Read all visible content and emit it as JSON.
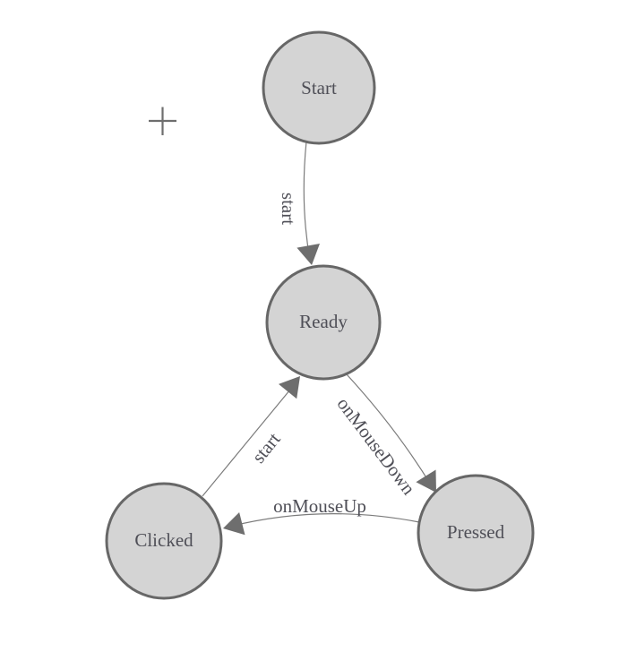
{
  "palette": {
    "background": "#ffffff",
    "node_fill": "#d4d4d4",
    "node_border": "#676767",
    "edge_stroke": "#7b7b7b",
    "arrow_fill": "#6e6e6e",
    "label_color": "#4f4f57",
    "crosshair_color": "#6e6e6e"
  },
  "nodes": [
    {
      "id": "start",
      "label": "Start"
    },
    {
      "id": "ready",
      "label": "Ready"
    },
    {
      "id": "clicked",
      "label": "Clicked"
    },
    {
      "id": "pressed",
      "label": "Pressed"
    }
  ],
  "edges": [
    {
      "from": "Start",
      "to": "Ready",
      "label": "start"
    },
    {
      "from": "Ready",
      "to": "Pressed",
      "label": "onMouseDown"
    },
    {
      "from": "Pressed",
      "to": "Clicked",
      "label": "onMouseUp"
    },
    {
      "from": "Clicked",
      "to": "Ready",
      "label": "start"
    }
  ]
}
